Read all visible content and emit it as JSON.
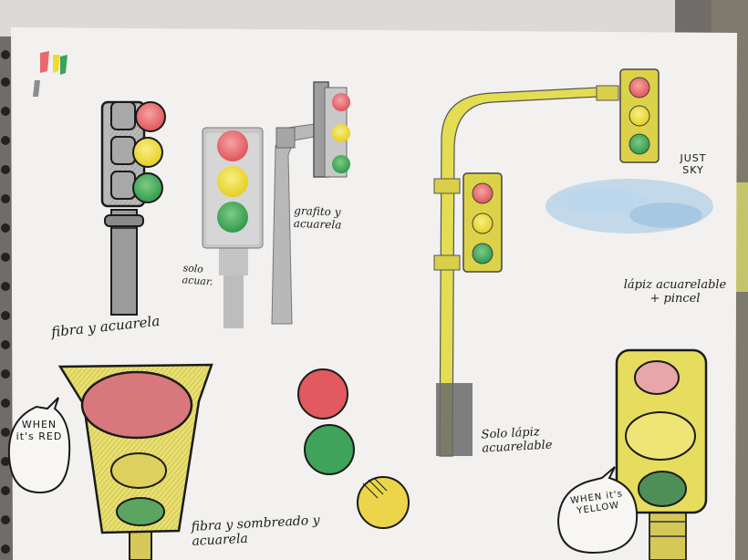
{
  "captions": {
    "fibra_acuarela": "fibra y acuarela",
    "solo_acuar": "solo acuar.",
    "grafito_acuarela": "grafito y acuarela",
    "solo_lapiz": "Solo lápiz acuarelable",
    "just_sky": "JUST SKY",
    "lapiz_pincel": "lápiz acuarelable + pincel",
    "fibra_sombreado": "fibra y sombreado y acuarela"
  },
  "bubbles": {
    "red": "WHEN it's RED",
    "yellow": "WHEN it's YELLOW"
  },
  "colors": {
    "paper": "#f2f1ef",
    "light_red": "#e9686b",
    "light_yellow": "#f0dc2e",
    "light_green": "#3aa45a",
    "pole_yellow": "#e4dc52",
    "ink": "#1b1b1b",
    "sky_wash": "#9cc4e6"
  }
}
